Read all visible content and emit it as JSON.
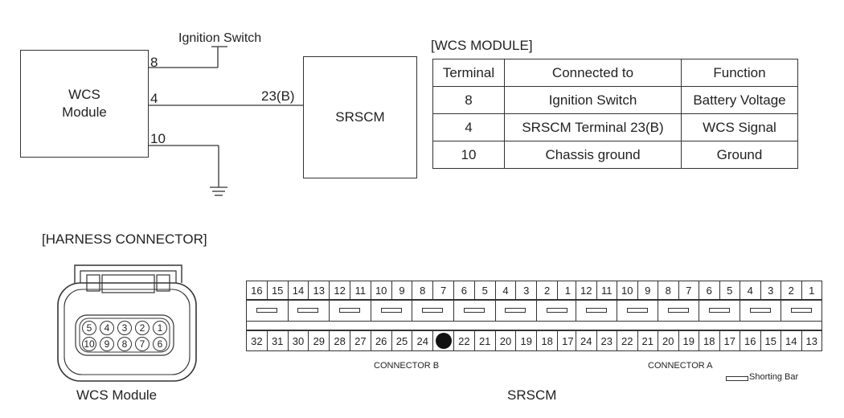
{
  "wiring": {
    "ignition_switch_label": "Ignition Switch",
    "wcs_module_label": "WCS\nModule",
    "srscm_label": "SRSCM",
    "pin_8": "8",
    "pin_4": "4",
    "pin_10": "10",
    "srscm_pin": "23(B)"
  },
  "table": {
    "title": "[WCS MODULE]",
    "headers": [
      "Terminal",
      "Connected to",
      "Function"
    ],
    "rows": [
      [
        "8",
        "Ignition Switch",
        "Battery Voltage"
      ],
      [
        "4",
        "SRSCM Terminal 23(B)",
        "WCS Signal"
      ],
      [
        "10",
        "Chassis ground",
        "Ground"
      ]
    ]
  },
  "harness": {
    "title": "[HARNESS CONNECTOR]",
    "caption": "WCS Module",
    "top_pins": [
      "5",
      "4",
      "3",
      "2",
      "1"
    ],
    "bottom_pins": [
      "10",
      "9",
      "8",
      "7",
      "6"
    ]
  },
  "srscm_connector": {
    "caption": "SRSCM",
    "connector_b_label": "CONNECTOR B",
    "connector_a_label": "CONNECTOR A",
    "shorting_bar_label": "Shorting Bar",
    "b_top": [
      "16",
      "15",
      "14",
      "13",
      "12",
      "11",
      "10",
      "9",
      "8",
      "7",
      "6",
      "5",
      "4",
      "3",
      "2",
      "1"
    ],
    "b_bottom": [
      "32",
      "31",
      "30",
      "29",
      "28",
      "27",
      "26",
      "25",
      "24",
      "",
      "22",
      "21",
      "20",
      "19",
      "18",
      "17"
    ],
    "a_top": [
      "12",
      "11",
      "10",
      "9",
      "8",
      "7",
      "6",
      "5",
      "4",
      "3",
      "2",
      "1"
    ],
    "a_bottom": [
      "24",
      "23",
      "22",
      "21",
      "20",
      "19",
      "18",
      "17",
      "16",
      "15",
      "14",
      "13"
    ]
  }
}
